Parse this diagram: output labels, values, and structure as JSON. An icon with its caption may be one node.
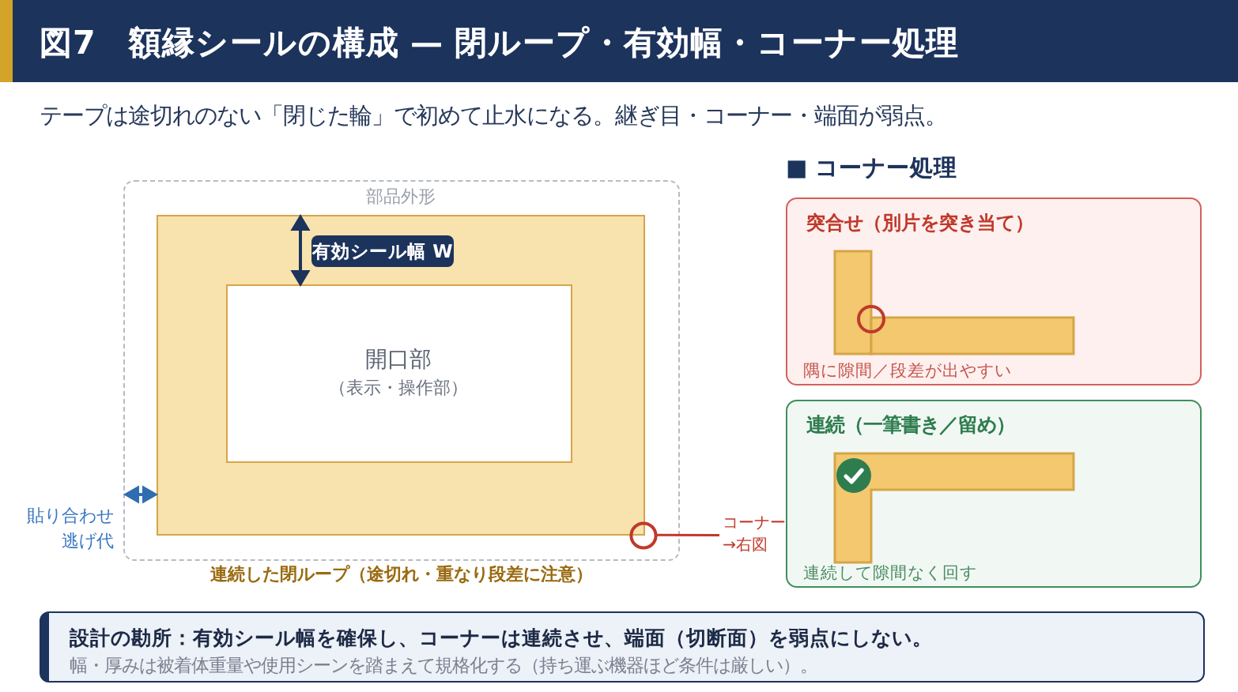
{
  "diagram": {
    "title": "図7　額縁シールの構成 — 閉ループ・有効幅・コーナー処理",
    "nodes": [
      {
        "text": [
          "部品外形"
        ]
      },
      {
        "text": [],
        "shape": "box",
        "in": 0,
        "beside": [
          "連続した閉ループ（途切れ・重なり段差に注意）"
        ]
      },
      {
        "text": [
          "開口部",
          "（表示・操作部）"
        ],
        "in": 1
      },
      {
        "text": [
          "有効シール幅 W"
        ],
        "in": 1
      },
      {
        "text": [],
        "shape": "circle",
        "in": 0
      },
      {
        "text": [
          "コーナー→右図"
        ]
      },
      {
        "text": [
          "突合せ（別片を突き当て）",
          "隅に隙間／段差が出やすい"
        ]
      },
      {
        "text": [
          "連続（一筆書き／留め）",
          "連続して隙間なく回す"
        ]
      },
      {
        "text": [
          "設計の勘所：有効シール幅を確保し、コーナーは連続させ、端面（切断面）を弱点にしない。",
          "幅・厚みは被着体重量や使用シーンを踏まえて規格化する（持ち運ぶ機器ほど条件は厳しい）。"
        ]
      }
    ],
    "edges": [
      {
        "from": 5,
        "to": 4,
        "arrow": "none"
      }
    ],
    "labels": [
      "テープは途切れのない「閉じた輪」で初めて止水になる。継ぎ目・コーナー・端面が弱点。",
      "■ コーナー処理",
      "貼り合わせ逃げ代"
    ]
  }
}
